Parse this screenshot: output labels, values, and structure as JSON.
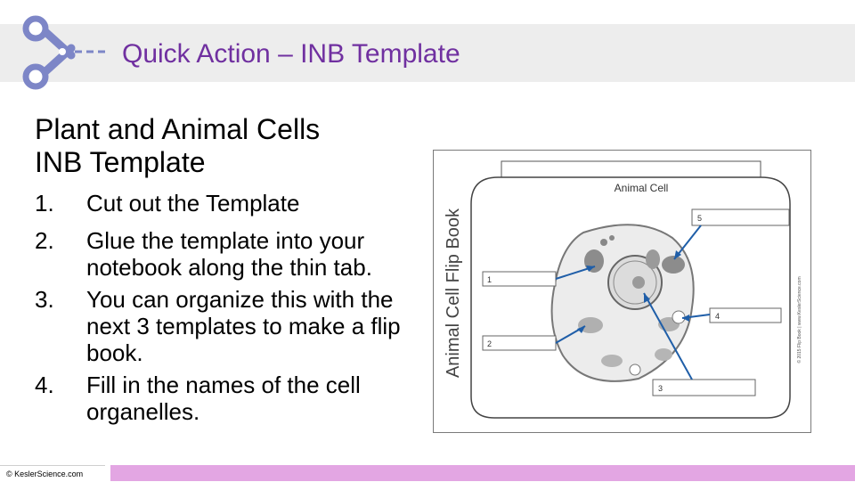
{
  "header": {
    "title": "Quick Action – INB Template",
    "icon": "scissors-icon",
    "band_color": "#ededed",
    "icon_color": "#7d86c7",
    "title_color": "#7030a0"
  },
  "slide": {
    "title_line1": "Plant and Animal Cells",
    "title_line2": "INB Template",
    "steps": [
      {
        "num": "1.",
        "text": "Cut out the Template"
      },
      {
        "num": "2.",
        "text": "Glue the template into your notebook along the thin tab."
      },
      {
        "num": "3.",
        "text": "You can organize this with the next 3 templates to make a flip book."
      },
      {
        "num": "4.",
        "text": "Fill in the names of the cell organelles."
      }
    ]
  },
  "figure": {
    "side_title": "Animal Cell Flip Book",
    "heading": "Animal Cell",
    "copyright_side": "© 2015 Flip Book | www.KeslerScience.com",
    "labels": [
      "1",
      "2",
      "3",
      "4",
      "5"
    ]
  },
  "footer": {
    "copyright": "© KeslerScience.com",
    "bar_color": "#e3a6e3"
  }
}
